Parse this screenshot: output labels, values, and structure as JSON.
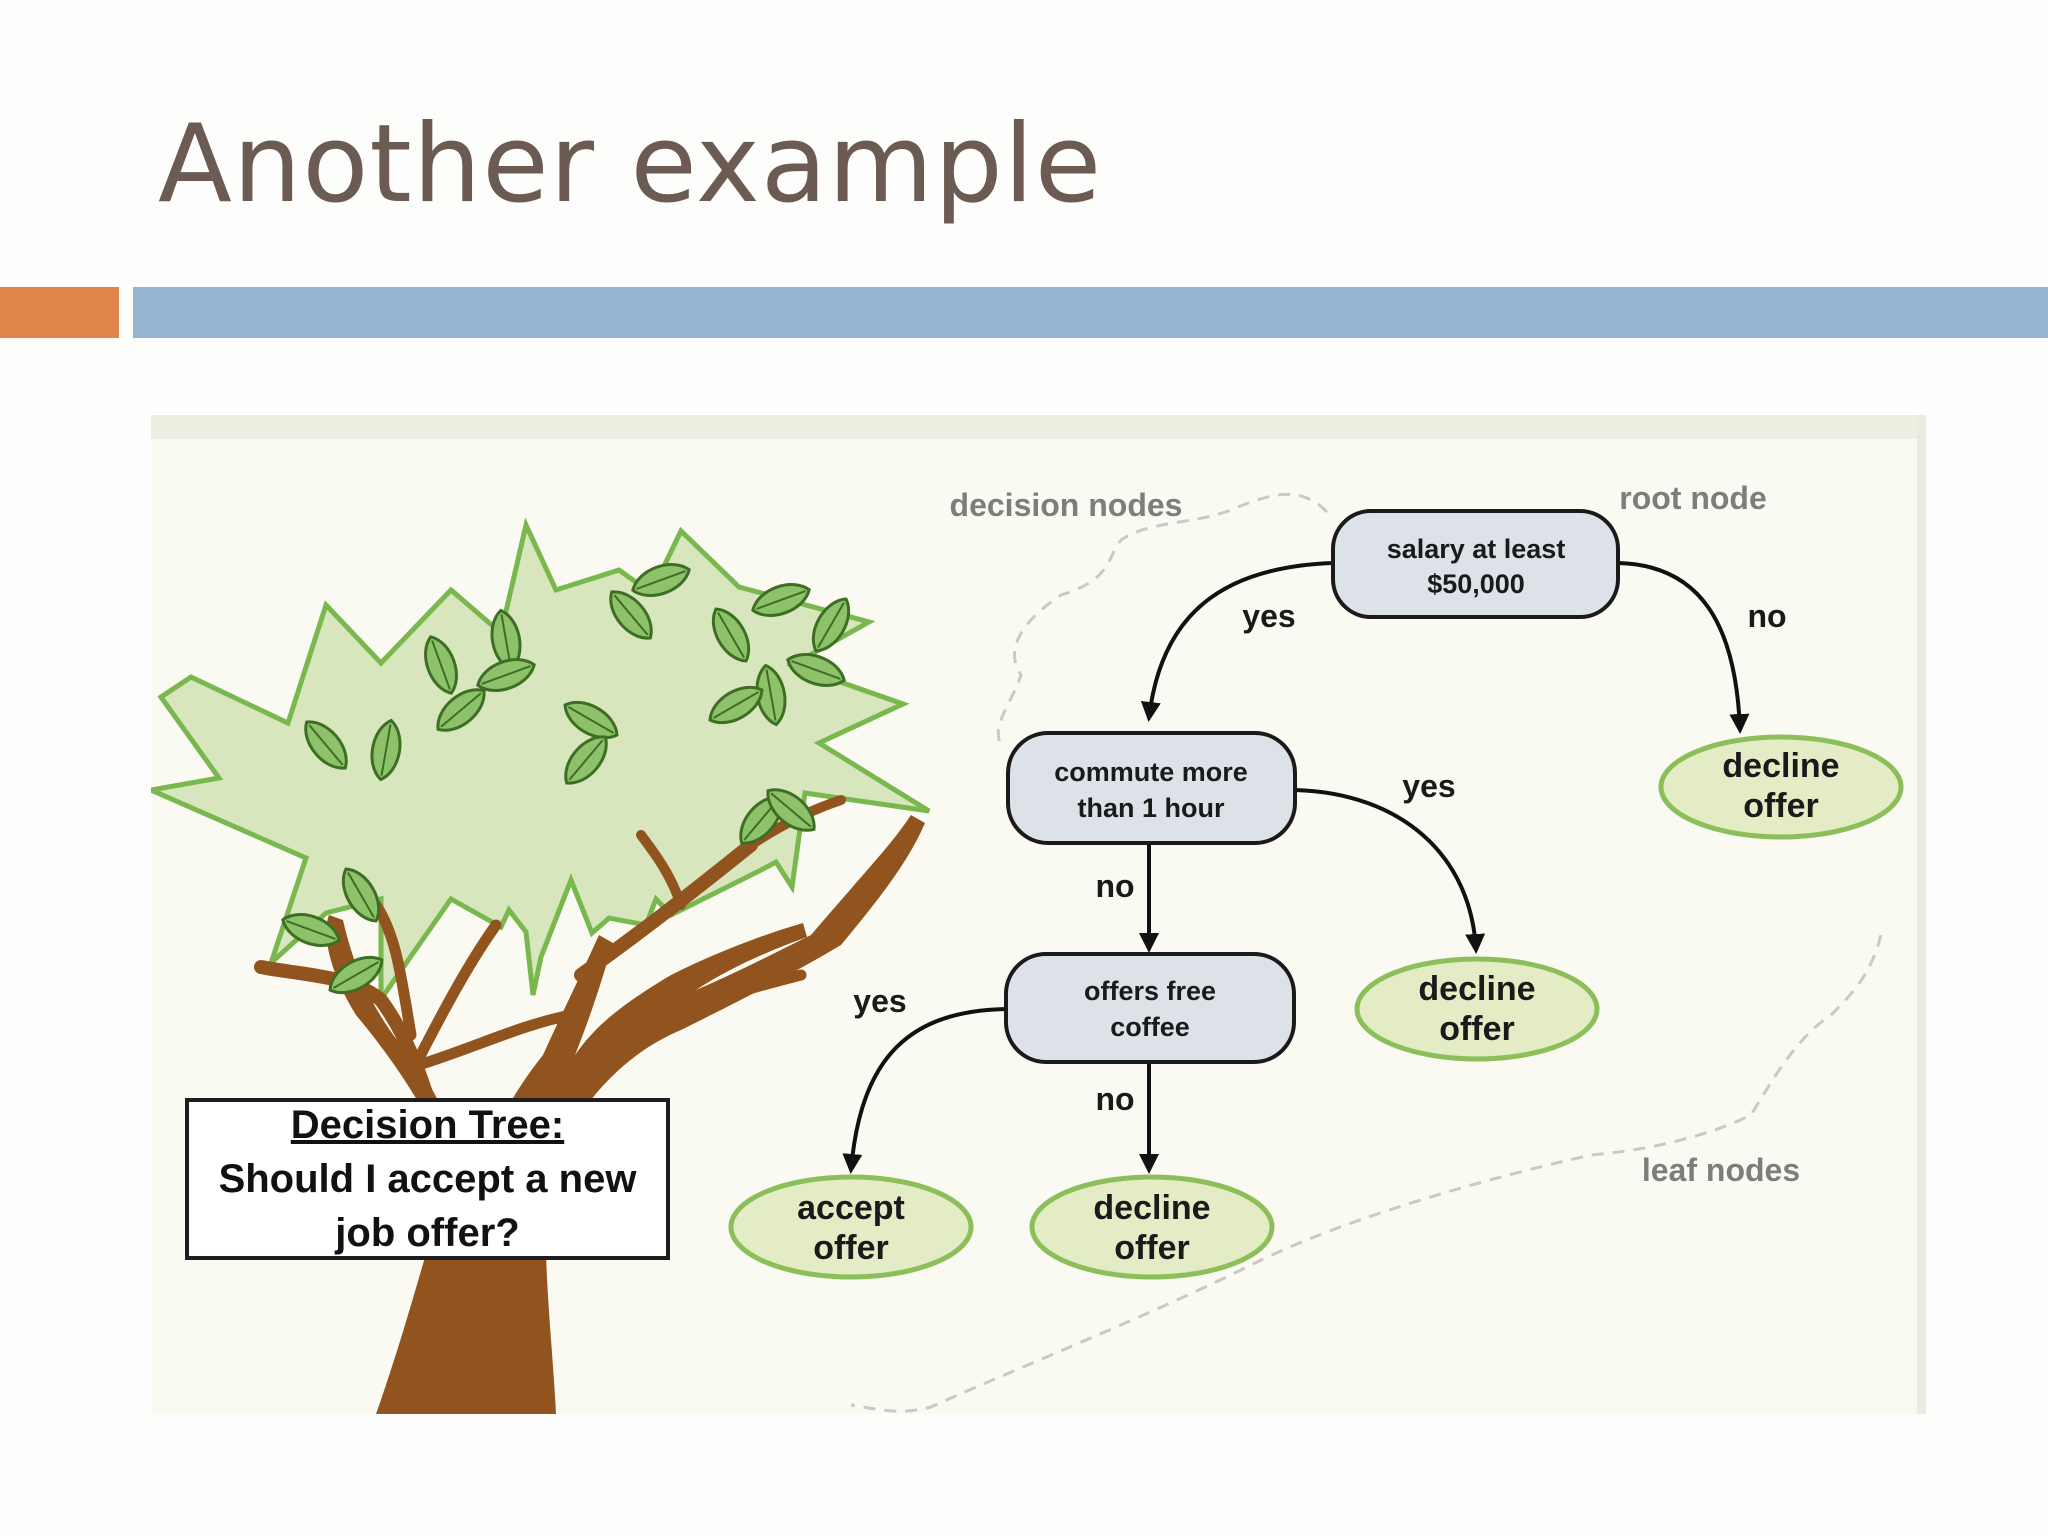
{
  "slide": {
    "title": "Another example",
    "colors": {
      "title": "#6b5b52",
      "accent_orange": "#df8549",
      "accent_blue": "#94b4d1"
    }
  },
  "diagram": {
    "annotations": {
      "decision_nodes": "decision nodes",
      "root_node": "root node",
      "leaf_nodes": "leaf nodes"
    },
    "nodes": {
      "salary": {
        "line1": "salary at least",
        "line2": "$50,000",
        "kind": "decision"
      },
      "commute": {
        "line1": "commute more",
        "line2": "than 1 hour",
        "kind": "decision"
      },
      "coffee": {
        "line1": "offers free",
        "line2": "coffee",
        "kind": "decision"
      },
      "decline_root": {
        "line1": "decline",
        "line2": "offer",
        "kind": "leaf"
      },
      "decline_commute": {
        "line1": "decline",
        "line2": "offer",
        "kind": "leaf"
      },
      "accept": {
        "line1": "accept",
        "line2": "offer",
        "kind": "leaf"
      },
      "decline_coffee": {
        "line1": "decline",
        "line2": "offer",
        "kind": "leaf"
      }
    },
    "edges": {
      "salary_yes": "yes",
      "salary_no": "no",
      "commute_yes": "yes",
      "commute_no": "no",
      "coffee_yes": "yes",
      "coffee_no": "no"
    },
    "caption": {
      "title": "Decision Tree:",
      "line2": "Should I accept a new",
      "line3": "job offer?"
    },
    "colors": {
      "decision_fill": "#dde1e8",
      "leaf_fill": "#e3ecc4",
      "leaf_stroke": "#8cbf5a",
      "foliage_fill": "#d8e6bd",
      "foliage_stroke": "#78b84e",
      "leaf": "#8dc26b",
      "trunk": "#91541f"
    }
  }
}
